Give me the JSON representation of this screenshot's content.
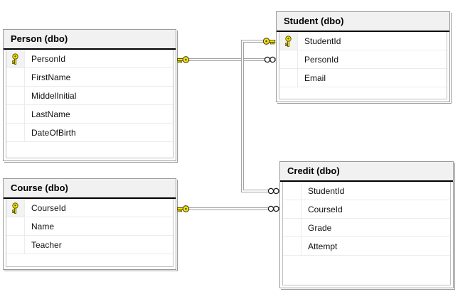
{
  "tables": {
    "person": {
      "title": "Person (dbo)",
      "columns": [
        {
          "name": "PersonId",
          "key": true
        },
        {
          "name": "FirstName",
          "key": false
        },
        {
          "name": "MiddelInitial",
          "key": false
        },
        {
          "name": "LastName",
          "key": false
        },
        {
          "name": "DateOfBirth",
          "key": false
        }
      ]
    },
    "student": {
      "title": "Student (dbo)",
      "columns": [
        {
          "name": "StudentId",
          "key": true
        },
        {
          "name": "PersonId",
          "key": false
        },
        {
          "name": "Email",
          "key": false
        }
      ]
    },
    "course": {
      "title": "Course (dbo)",
      "columns": [
        {
          "name": "CourseId",
          "key": true
        },
        {
          "name": "Name",
          "key": false
        },
        {
          "name": "Teacher",
          "key": false
        }
      ]
    },
    "credit": {
      "title": "Credit (dbo)",
      "columns": [
        {
          "name": "StudentId",
          "key": false
        },
        {
          "name": "CourseId",
          "key": false
        },
        {
          "name": "Grade",
          "key": false
        },
        {
          "name": "Attempt",
          "key": false
        }
      ]
    }
  },
  "relationships": [
    {
      "primary": "Person.PersonId",
      "foreign": "Student.PersonId",
      "primary_symbol": "key",
      "foreign_symbol": "many"
    },
    {
      "primary": "Student.StudentId",
      "foreign": "Credit.StudentId",
      "primary_symbol": "key",
      "foreign_symbol": "many"
    },
    {
      "primary": "Course.CourseId",
      "foreign": "Credit.CourseId",
      "primary_symbol": "key",
      "foreign_symbol": "many"
    }
  ],
  "icons": {
    "primary_key": "key-icon",
    "many": "infinity-icon"
  },
  "colors": {
    "key_yellow": "#f6e400",
    "key_outline": "#5a5500",
    "connector": "#a3a3a3",
    "header_bg": "#f1f1f1",
    "header_rule": "#000000",
    "table_border": "#9a9a9a",
    "grid_border": "#c0c0c0",
    "row_divider": "#ebebeb",
    "background": "#ffffff"
  }
}
